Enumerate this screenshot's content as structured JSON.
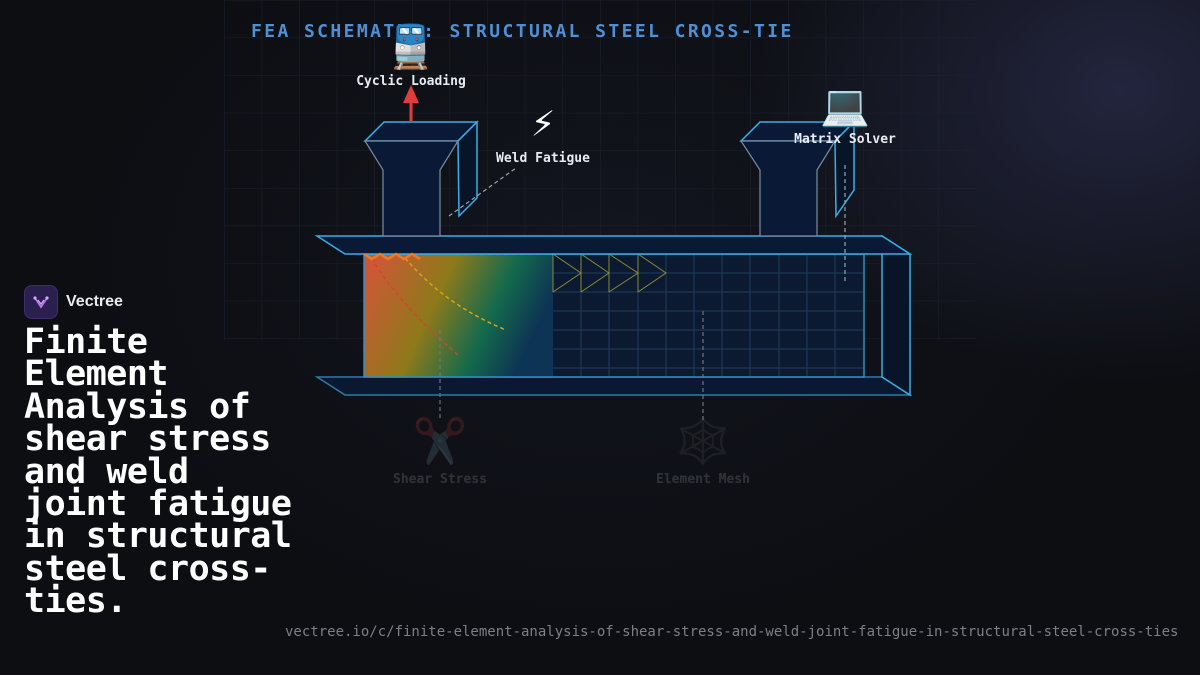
{
  "diagram": {
    "title": "FEA SCHEMATIC: STRUCTURAL STEEL CROSS-TIE",
    "nodes": [
      {
        "id": "cyclic",
        "label": "Cyclic Loading",
        "icon": "train-icon",
        "emoji": "🚆"
      },
      {
        "id": "weld",
        "label": "Weld Fatigue",
        "icon": "lightning-icon",
        "emoji": "⚡"
      },
      {
        "id": "solver",
        "label": "Matrix Solver",
        "icon": "laptop-icon",
        "emoji": "💻"
      },
      {
        "id": "shear",
        "label": "Shear Stress",
        "icon": "scissors-icon",
        "emoji": "✂️"
      },
      {
        "id": "mesh",
        "label": "Element Mesh",
        "icon": "spider-web-icon",
        "emoji": "🕸️"
      }
    ],
    "colors": {
      "outline": "#3aaee6",
      "steel_fill": "#0a1a36",
      "load_arrow": "#e23b3b",
      "weld_zigzag": "#f07a1e",
      "mesh_lines": "#1c3d5c",
      "leader": "#9aa3b0",
      "stress_gradient": [
        "#e0543a",
        "#9a7a1a",
        "#1a6a4a",
        "#0f3a5a"
      ]
    }
  },
  "brand": {
    "name": "Vectree",
    "logo_icon": "vectree-logo-icon"
  },
  "headline": "Finite Element Analysis of shear stress and weld joint fatigue in structural steel cross-ties.",
  "url": "vectree.io/c/finite-element-analysis-of-shear-stress-and-weld-joint-fatigue-in-structural-steel-cross-ties"
}
